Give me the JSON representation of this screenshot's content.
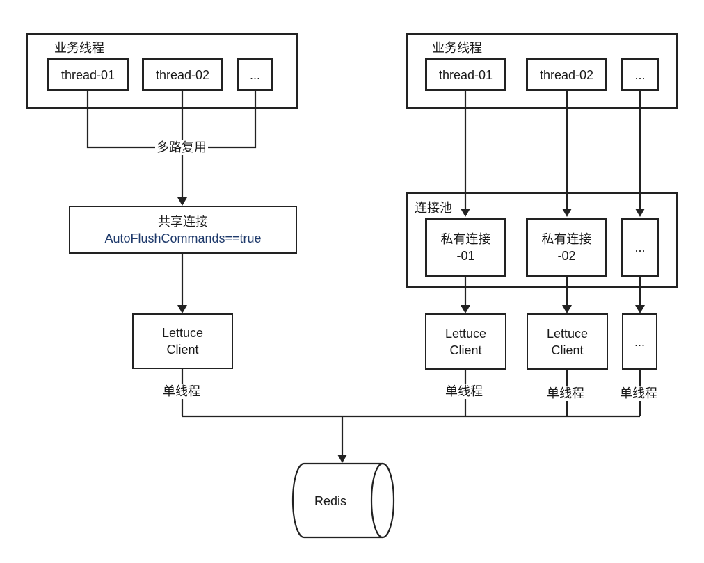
{
  "left": {
    "group_label": "业务线程",
    "threads": [
      "thread-01",
      "thread-02",
      "..."
    ],
    "multiplex_label": "多路复用",
    "shared_connection": {
      "line1": "共享连接",
      "line2": "AutoFlushCommands==true"
    },
    "client": {
      "line1": "Lettuce",
      "line2": "Client"
    },
    "thread_note": "单线程"
  },
  "right": {
    "group_label": "业务线程",
    "threads": [
      "thread-01",
      "thread-02",
      "..."
    ],
    "pool_label": "连接池",
    "connections": [
      {
        "line1": "私有连接",
        "line2": "-01"
      },
      {
        "line1": "私有连接",
        "line2": "-02"
      },
      {
        "line1": "...",
        "line2": ""
      }
    ],
    "clients": [
      {
        "line1": "Lettuce",
        "line2": "Client"
      },
      {
        "line1": "Lettuce",
        "line2": "Client"
      },
      {
        "line1": "...",
        "line2": ""
      }
    ],
    "thread_notes": [
      "单线程",
      "单线程",
      "单线程"
    ]
  },
  "redis": {
    "label": "Redis"
  },
  "colors": {
    "line": "#222222",
    "accent_text": "#1f3a6b"
  }
}
